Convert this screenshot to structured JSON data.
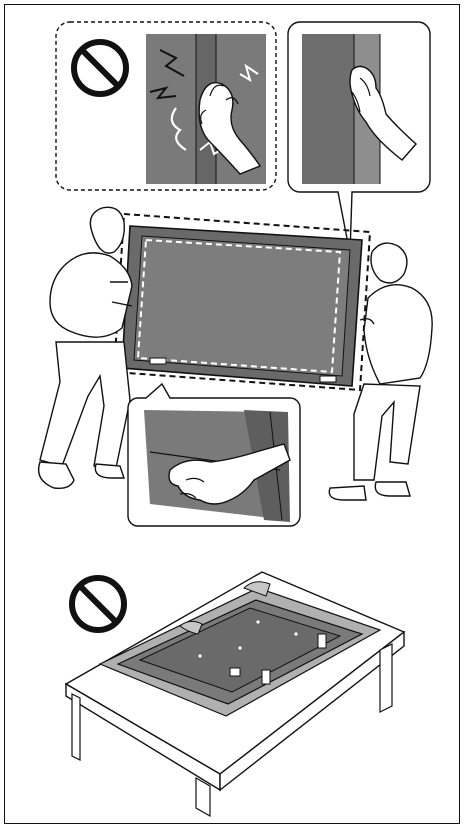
{
  "figure": {
    "panels": [
      {
        "id": "lifting",
        "icon": "prohibited-icon",
        "description_icon": "hands-on-screen"
      },
      {
        "id": "table",
        "icon": "prohibited-icon",
        "description_icon": "tv-face-down-on-table"
      }
    ],
    "colors": {
      "line": "#111111",
      "panel_dark": "#6e6e6e",
      "panel_mid": "#8a8a8a",
      "panel_light": "#a8a8a8",
      "background": "#ffffff"
    }
  }
}
